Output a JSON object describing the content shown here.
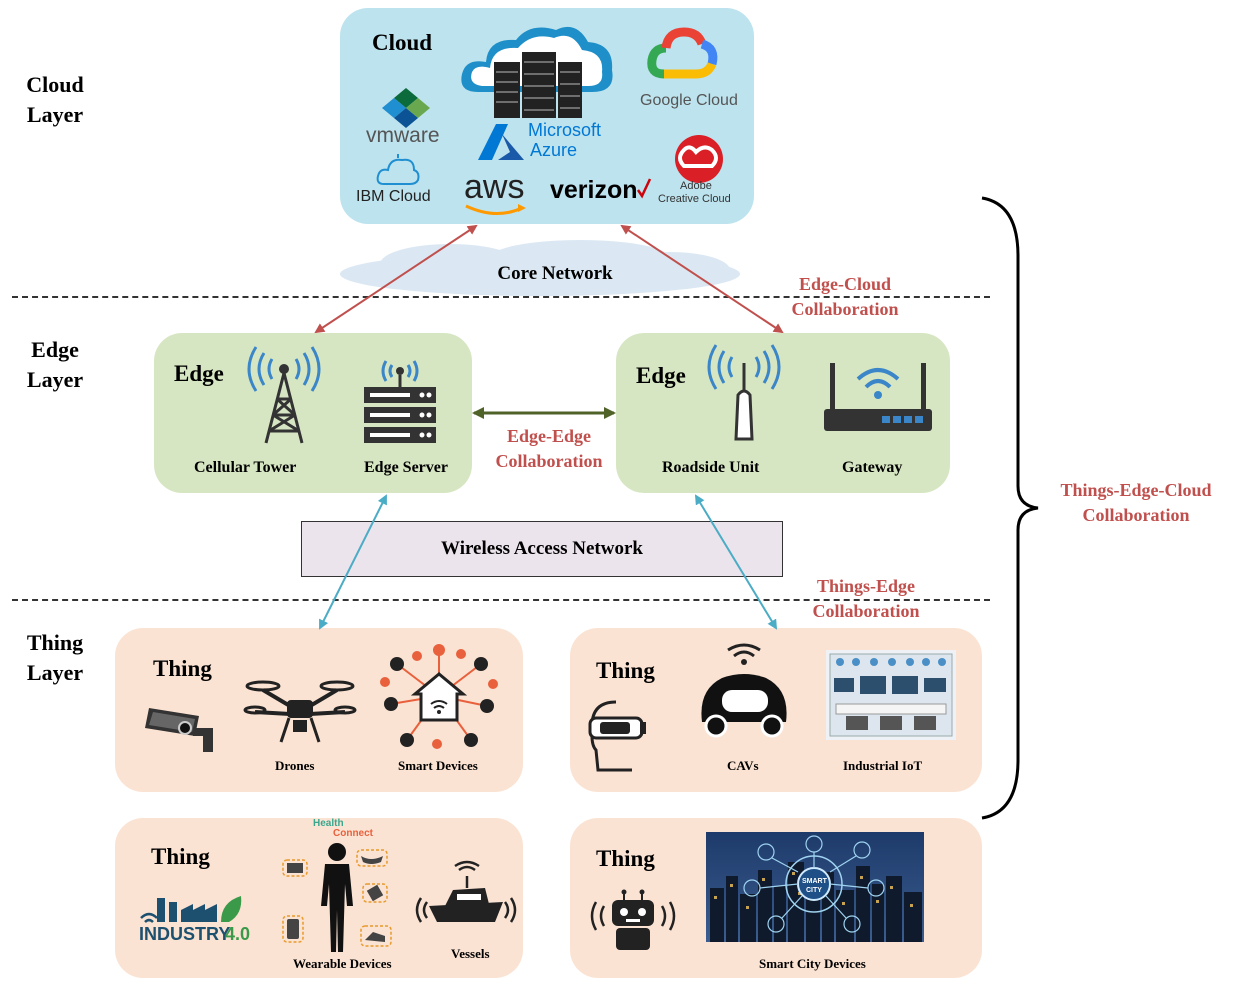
{
  "layers": {
    "cloud": "Cloud\nLayer",
    "edge": "Edge\nLayer",
    "thing": "Thing\nLayer"
  },
  "cloud": {
    "title": "Cloud",
    "logos": {
      "vmware": "vmware",
      "ibm": "IBM Cloud",
      "azure_1": "Microsoft",
      "azure_2": "Azure",
      "aws": "aws",
      "google": "Google Cloud",
      "verizon": "verizon",
      "adobe_1": "Adobe",
      "adobe_2": "Creative Cloud"
    }
  },
  "networks": {
    "core": "Core Network",
    "wireless": "Wireless Access Network"
  },
  "collaboration": {
    "edge_cloud": "Edge-Cloud\nCollaboration",
    "edge_edge": "Edge-Edge\nCollaboration",
    "things_edge": "Things-Edge\nCollaboration",
    "things_edge_cloud": "Things-Edge-Cloud\nCollaboration"
  },
  "edge_left": {
    "title": "Edge",
    "items": [
      "Cellular Tower",
      "Edge Server"
    ]
  },
  "edge_right": {
    "title": "Edge",
    "items": [
      "Roadside Unit",
      "Gateway"
    ]
  },
  "thing_1": {
    "title": "Thing",
    "items": [
      "Drones",
      "Smart Devices"
    ]
  },
  "thing_2": {
    "title": "Thing",
    "items": [
      "CAVs",
      "Industrial IoT"
    ]
  },
  "thing_3": {
    "title": "Thing",
    "items": [
      "Wearable Devices",
      "Vessels"
    ],
    "industry_1": "INDUSTRY",
    "industry_2": "4.0",
    "health_1": "Health",
    "health_2": "Connect"
  },
  "thing_4": {
    "title": "Thing",
    "items": [
      "Smart City Devices"
    ],
    "city_1": "SMART",
    "city_2": "CITY"
  },
  "colors": {
    "cloud_panel": "#bde3ee",
    "edge_panel": "#d7e6c2",
    "thing_panel": "#fbe3d3",
    "collab_text": "#c0504d",
    "arrow_red": "#c0504d",
    "arrow_green": "#4f6228",
    "arrow_blue": "#4bacc6"
  }
}
